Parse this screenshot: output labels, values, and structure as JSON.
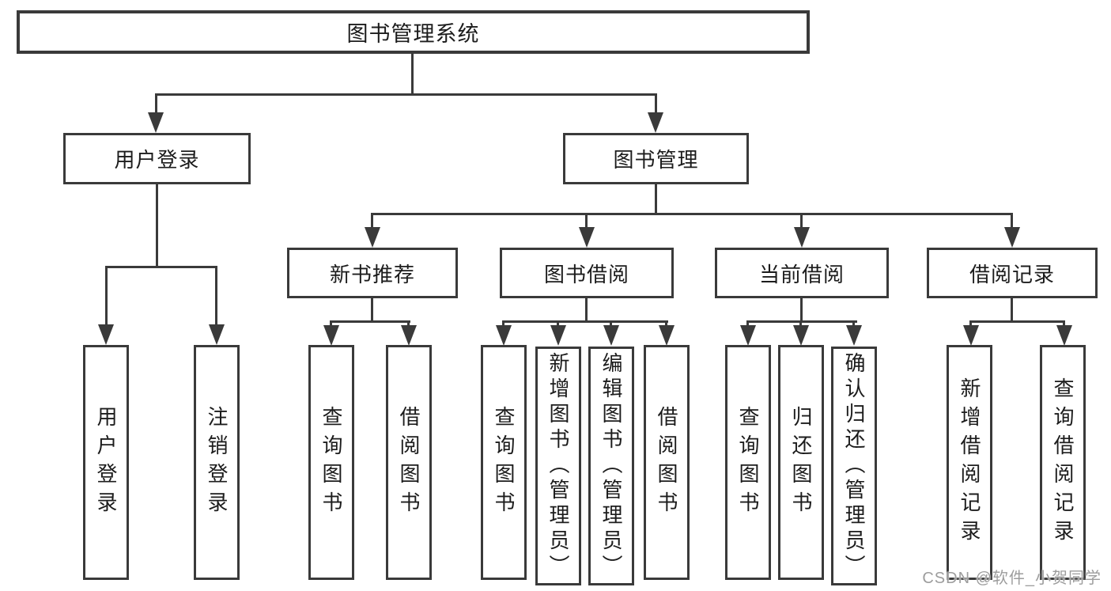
{
  "colors": {
    "line": "#3a3a3a",
    "text": "#1c1c1c",
    "watermark": "#9d9d9d"
  },
  "nodes": {
    "root": "图书管理系统",
    "user_login": "用户登录",
    "book_mgmt": "图书管理",
    "new_book_rec": "新书推荐",
    "book_borrow": "图书借阅",
    "current_borrow": "当前借阅",
    "borrow_records": "借阅记录",
    "v_user_login": "用户登录",
    "v_logout": "注销登录",
    "nb_query_book": "查询图书",
    "nb_borrow_book": "借阅图书",
    "bb_query_book": "查询图书",
    "bb_add_book_admin": "新增图书（管理员）",
    "bb_edit_book_admin": "编辑图书（管理员）",
    "bb_borrow_book": "借阅图书",
    "cb_query_book": "查询图书",
    "cb_return_book": "归还图书",
    "cb_confirm_return_admin": "确认归还（管理员）",
    "br_add_record": "新增借阅记录",
    "br_query_record": "查询借阅记录"
  },
  "hierarchy": {
    "图书管理系统": {
      "用户登录": [
        "用户登录",
        "注销登录"
      ],
      "图书管理": {
        "新书推荐": [
          "查询图书",
          "借阅图书"
        ],
        "图书借阅": [
          "查询图书",
          "新增图书（管理员）",
          "编辑图书（管理员）",
          "借阅图书"
        ],
        "当前借阅": [
          "查询图书",
          "归还图书",
          "确认归还（管理员）"
        ],
        "借阅记录": [
          "新增借阅记录",
          "查询借阅记录"
        ]
      }
    }
  },
  "watermark": {
    "text": "CSDN @软件_小贺同学"
  }
}
